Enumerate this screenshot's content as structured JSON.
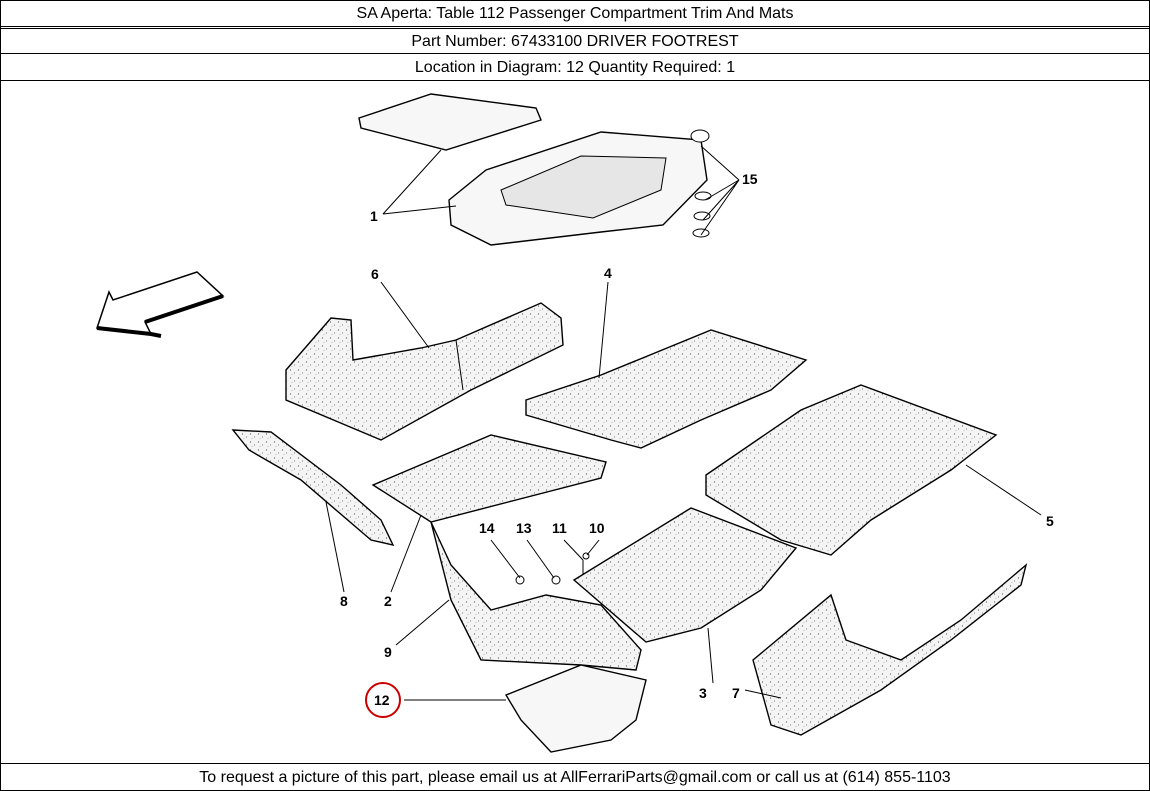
{
  "header": {
    "title_line": "SA Aperta:    Table 112 Passenger Compartment Trim And Mats",
    "part_line": "Part Number: 67433100   DRIVER FOOTREST",
    "location_line": "Location in Diagram: 12   Quantity Required: 1"
  },
  "diagram": {
    "callouts": [
      "1",
      "15",
      "6",
      "4",
      "8",
      "2",
      "14",
      "13",
      "11",
      "10",
      "9",
      "12",
      "3",
      "7",
      "5"
    ],
    "highlighted_callout": "12",
    "highlight_color": "#cc0000"
  },
  "footer": {
    "text": "To request a picture of this part, please email us at AllFerrariParts@gmail.com or call us at (614) 855-1103"
  }
}
